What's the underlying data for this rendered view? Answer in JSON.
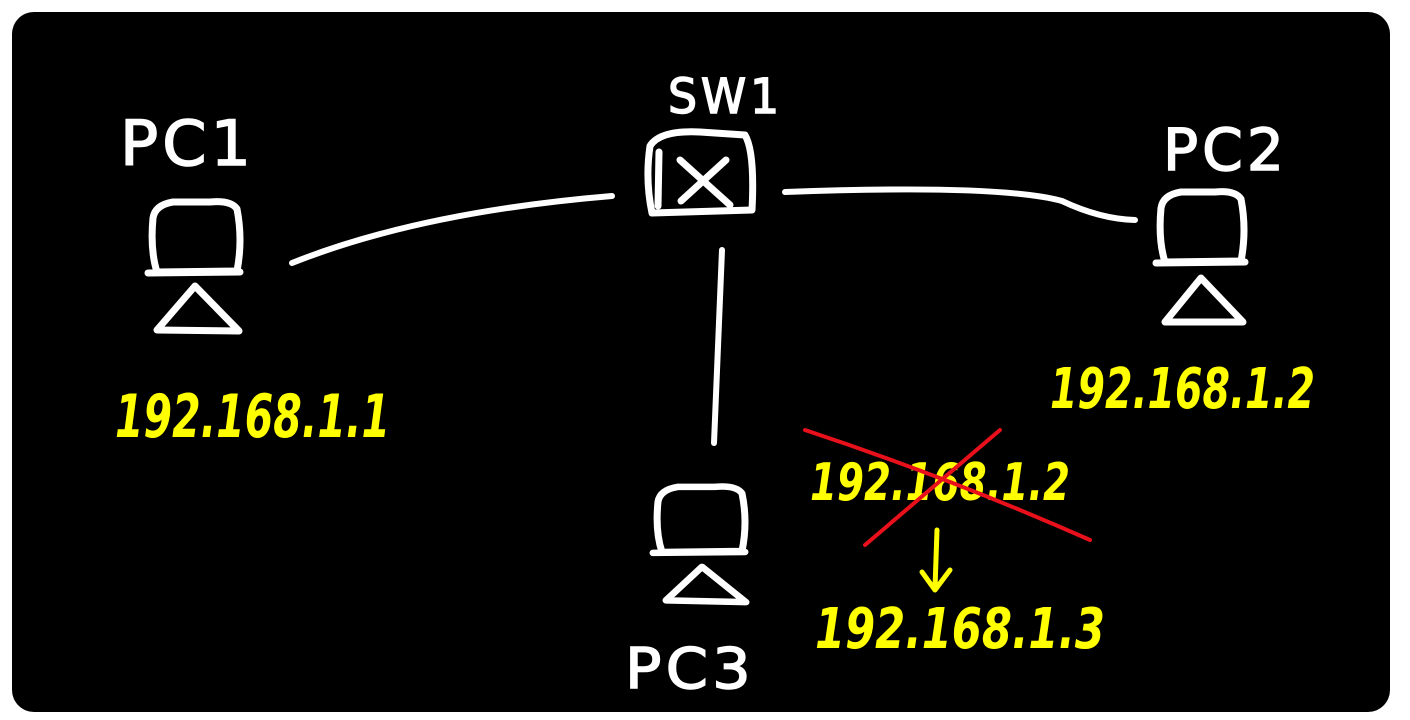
{
  "nodes": {
    "pc1": {
      "label": "PC1",
      "ip": "192.168.1.1"
    },
    "sw1": {
      "label": "SW1"
    },
    "pc2": {
      "label": "PC2",
      "ip": "192.168.1.2"
    },
    "pc3": {
      "label": "PC3",
      "old_ip": "192.168.1.2",
      "new_ip": "192.168.1.3"
    }
  },
  "colors": {
    "background": "#000000",
    "stroke": "#ffffff",
    "ip_text": "#ffff00",
    "strike": "#e8101a"
  },
  "icons": {
    "pc": "computer-icon",
    "switch": "switch-icon"
  }
}
